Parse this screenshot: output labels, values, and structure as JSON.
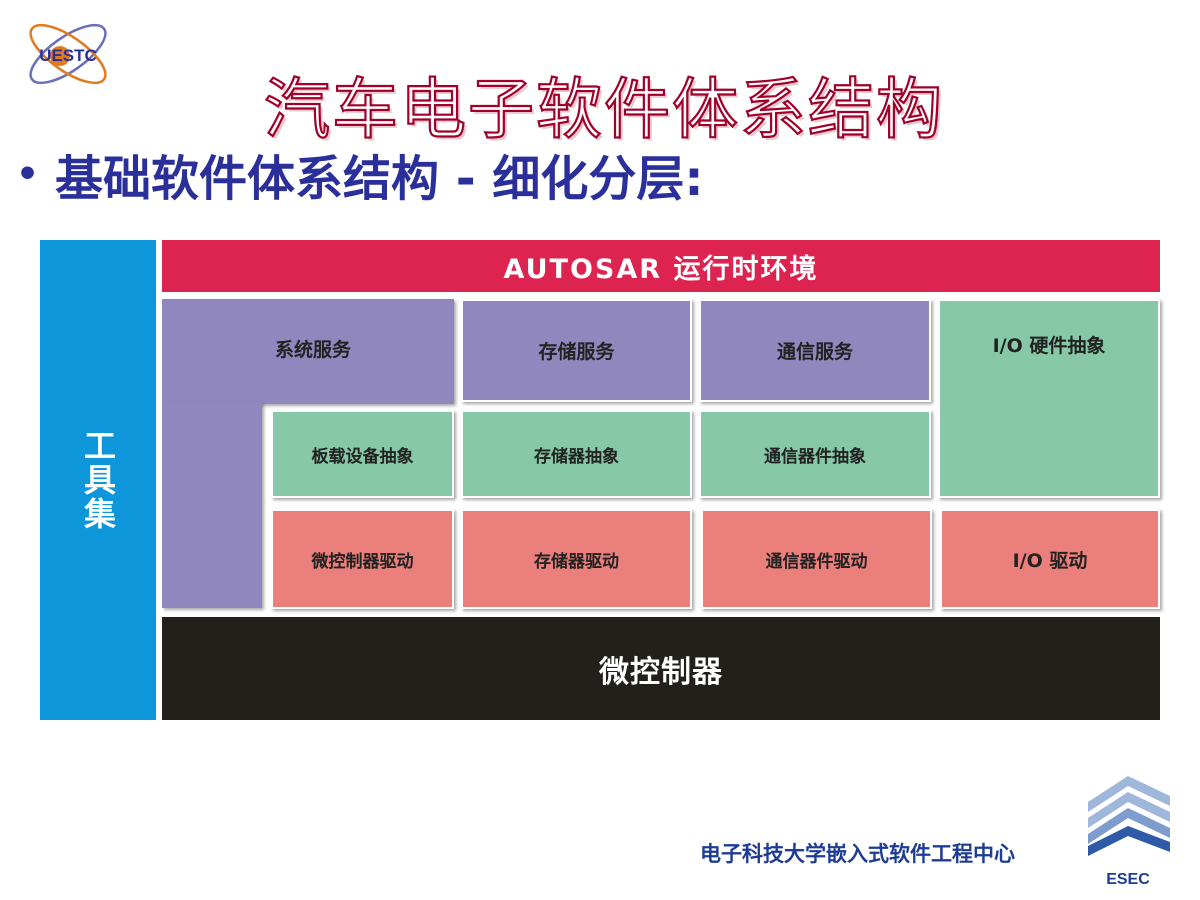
{
  "header": {
    "logo_text": "UESTC",
    "title": "汽车电子软件体系结构"
  },
  "subtitle": {
    "bullet": "•",
    "text": "基础软件体系结构 - 细化分层:"
  },
  "diagram": {
    "tools": "工具集",
    "rte": "AUTOSAR 运行时环境",
    "services": {
      "system": "系统服务",
      "memory": "存储服务",
      "communication": "通信服务",
      "io_hw_abstraction": "I/O 硬件抽象"
    },
    "ecu_abstraction": {
      "onboard_device": "板载设备抽象",
      "memory": "存储器抽象",
      "communication": "通信器件抽象"
    },
    "drivers": {
      "mcu": "微控制器驱动",
      "memory": "存储器驱动",
      "communication": "通信器件驱动",
      "io": "I/O 驱动"
    },
    "microcontroller": "微控制器",
    "colors": {
      "tools": "#0e96db",
      "rte": "#dd2350",
      "services": "#9087be",
      "abstraction": "#86c8a8",
      "drivers": "#ea7f7b",
      "microcontroller": "#23201c"
    }
  },
  "footer": {
    "org": "电子科技大学嵌入式软件工程中心",
    "logo_text": "ESEC"
  }
}
